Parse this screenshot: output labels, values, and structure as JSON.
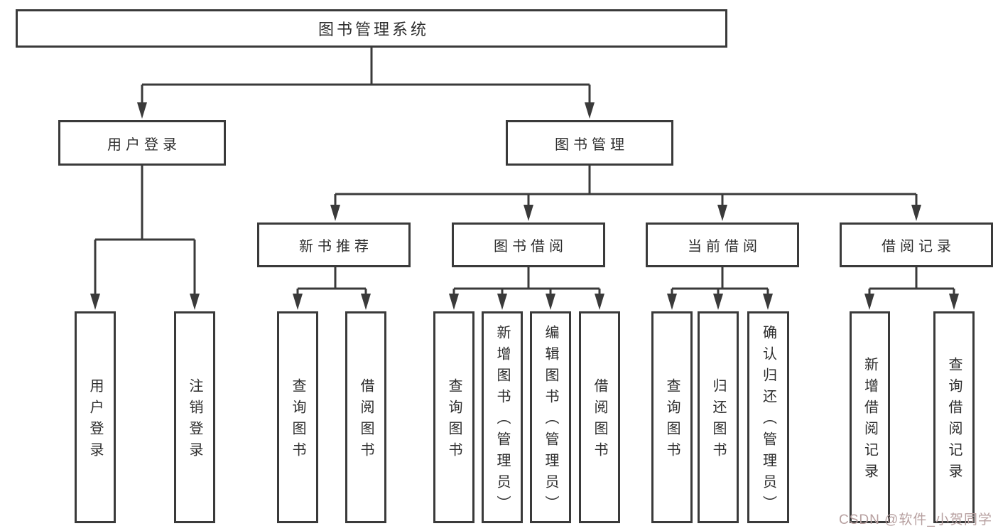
{
  "diagram": {
    "type": "hierarchy-tree",
    "colors": {
      "background": "#ffffff",
      "line": "#3a3a3a",
      "box_border": "#3a3a3a",
      "text": "#2d2d2d",
      "watermark": "#b7a0a0"
    },
    "tree": {
      "label": "图书管理系统",
      "children": [
        {
          "label": "用户登录",
          "children": [
            {
              "label": "用户登录"
            },
            {
              "label": "注销登录"
            }
          ]
        },
        {
          "label": "图书管理",
          "children": [
            {
              "label": "新书推荐",
              "children": [
                {
                  "label": "查询图书"
                },
                {
                  "label": "借阅图书"
                }
              ]
            },
            {
              "label": "图书借阅",
              "children": [
                {
                  "label": "查询图书"
                },
                {
                  "label": "新增图书（管理员）"
                },
                {
                  "label": "编辑图书（管理员）"
                },
                {
                  "label": "借阅图书"
                }
              ]
            },
            {
              "label": "当前借阅",
              "children": [
                {
                  "label": "查询图书"
                },
                {
                  "label": "归还图书"
                },
                {
                  "label": "确认归还（管理员）"
                }
              ]
            },
            {
              "label": "借阅记录",
              "children": [
                {
                  "label": "新增借阅记录"
                },
                {
                  "label": "查询借阅记录"
                }
              ]
            }
          ]
        }
      ]
    },
    "watermark": {
      "text": "CSDN @软件_小贺同学"
    }
  }
}
